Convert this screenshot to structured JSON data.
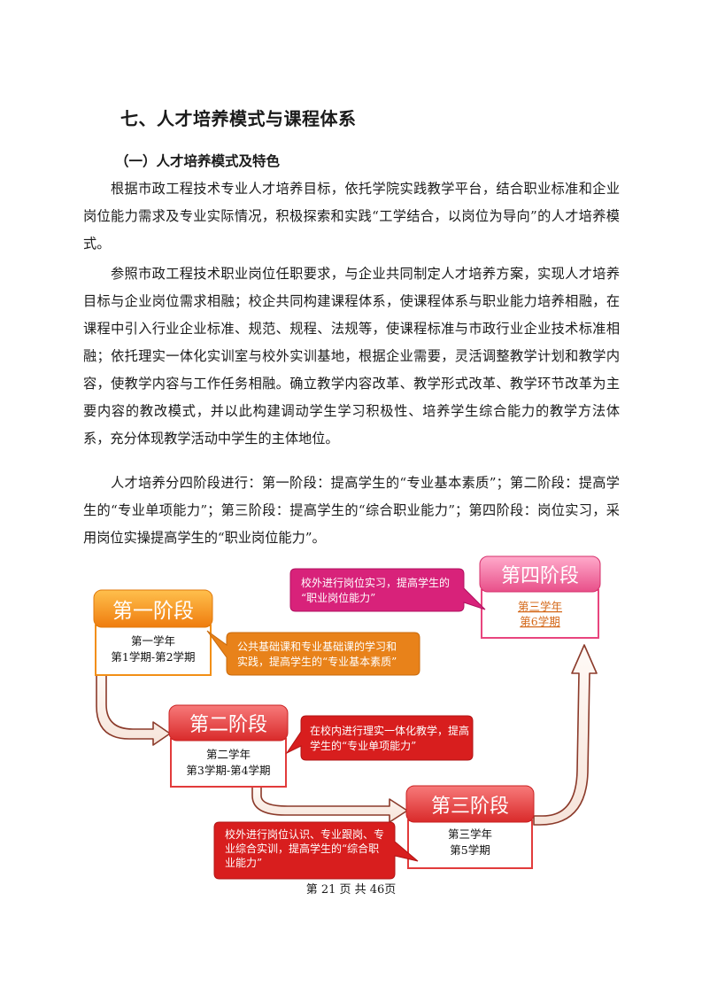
{
  "section_title": "七、人才培养模式与课程体系",
  "subsection_title": "（一）人才培养模式及特色",
  "paragraphs": [
    "根据市政工程技术专业人才培养目标，依托学院实践教学平台，结合职业标准和企业岗位能力需求及专业实际情况，积极探索和实践“工学结合，以岗位为导向”的人才培养模式。",
    "参照市政工程技术职业岗位任职要求，与企业共同制定人才培养方案，实现人才培养目标与企业岗位需求相融；校企共同构建课程体系，使课程体系与职业能力培养相融，在课程中引入行业企业标准、规范、规程、法规等，使课程标准与市政行业企业技术标准相融；依托理实一体化实训室与校外实训基地，根据企业需要，灵活调整教学计划和教学内容，使教学内容与工作任务相融。确立教学内容改革、教学形式改革、教学环节改革为主要内容的教改模式，并以此构建调动学生学习积极性、培养学生综合能力的教学方法体系，充分体现教学活动中学生的主体地位。",
    "人才培养分四阶段进行：第一阶段：提高学生的“专业基本素质”；第二阶段：提高学生的“专业单项能力”；第三阶段：提高学生的“综合职业能力”；第四阶段：岗位实习，采用岗位实操提高学生的“职业岗位能力”。"
  ],
  "diagram": {
    "stages": [
      {
        "title": "第一阶段",
        "line1": "第一学年",
        "line2": "第1学期-第2学期",
        "color": "#f28f16"
      },
      {
        "title": "第二阶段",
        "line1": "第二学年",
        "line2": "第3学期-第4学期",
        "color": "#e23b3b"
      },
      {
        "title": "第三阶段",
        "line1": "第三学年",
        "line2": "第5学期",
        "color": "#e23b3b"
      },
      {
        "title": "第四阶段",
        "line1": "第三学年",
        "line2": "第6学期",
        "color": "#e8457e"
      }
    ],
    "callouts": [
      {
        "lines": [
          "公共基础课和专业基础课的学习和",
          "实践，提高学生的“专业基本素质”"
        ],
        "color": "#e8821a"
      },
      {
        "lines": [
          "在校内进行理实一体化教学，提高",
          "学生的“专业单项能力”"
        ],
        "color": "#d81e1e"
      },
      {
        "lines": [
          "校外进行岗位认识、专业跟岗、专",
          "业综合实训，提高学生的“综合职",
          "业能力”"
        ],
        "color": "#d81e1e"
      },
      {
        "lines": [
          "校外进行岗位实习，提高学生的",
          "“职业岗位能力”"
        ],
        "color": "#d8227a"
      }
    ],
    "arrow_color": "#8b3a2a"
  },
  "footer": "第 21 页 共 46页"
}
